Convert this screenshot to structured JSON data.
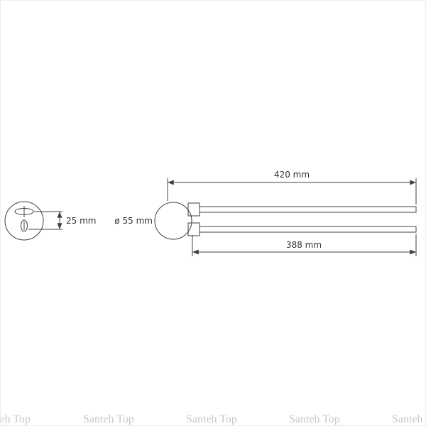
{
  "page": {
    "background_color": "#ffffff",
    "line_color": "#404040",
    "border_color": "#ededed"
  },
  "watermark": {
    "text": "Santeh Top",
    "color": "#c8c8c8"
  },
  "drawing": {
    "front_view": {
      "bar_spacing_dim": "25 mm"
    },
    "side_view": {
      "plate_diameter_dim": "ø 55 mm",
      "overall_length_dim": "420 mm",
      "bar_length_dim": "388 mm"
    }
  }
}
